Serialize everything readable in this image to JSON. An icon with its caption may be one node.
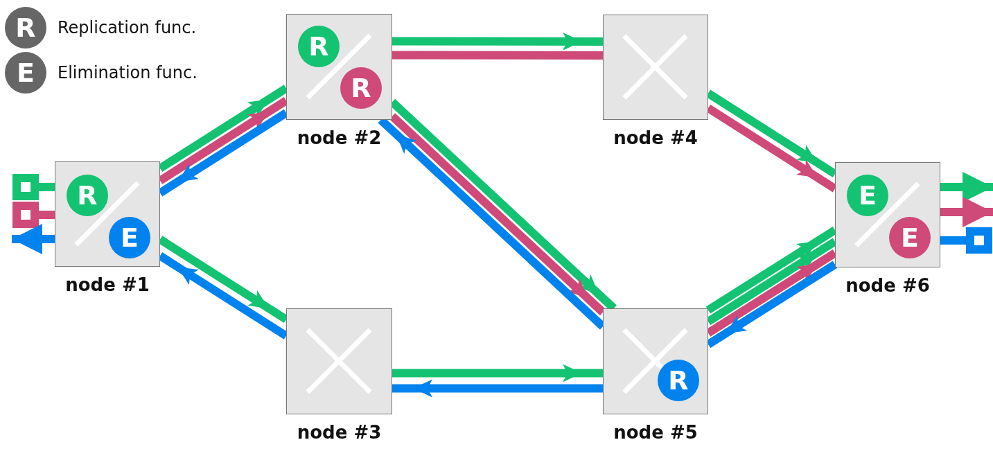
{
  "diagram": {
    "nodes": [
      {
        "text": [
          "R"
        ],
        "beside": [
          "Replication func."
        ]
      },
      {
        "text": [
          "E"
        ],
        "beside": [
          "Elimination func."
        ]
      },
      {
        "text": [],
        "shape": "box",
        "beside": [
          "node #1"
        ]
      },
      {
        "text": [
          "R"
        ],
        "in": 2
      },
      {
        "text": [
          "E"
        ],
        "in": 2
      },
      {
        "text": [],
        "shape": "box",
        "beside": [
          "node #2"
        ]
      },
      {
        "text": [
          "R"
        ],
        "in": 5
      },
      {
        "text": [
          "R"
        ],
        "in": 5
      },
      {
        "text": [],
        "shape": "box",
        "beside": [
          "node #3"
        ]
      },
      {
        "text": [],
        "shape": "box",
        "beside": [
          "node #4"
        ]
      },
      {
        "text": [],
        "shape": "box",
        "beside": [
          "node #5"
        ]
      },
      {
        "text": [
          "R"
        ],
        "in": 10
      },
      {
        "text": [],
        "shape": "box",
        "beside": [
          "node #6"
        ]
      },
      {
        "text": [
          "E"
        ],
        "in": 12
      },
      {
        "text": [
          "E"
        ],
        "in": 12
      }
    ],
    "edges": [
      {
        "from": null,
        "to": 2,
        "arrow": "other",
        "color": "#13c372"
      },
      {
        "from": null,
        "to": 2,
        "arrow": "other",
        "color": "#cf4a78"
      },
      {
        "from": 2,
        "to": null,
        "arrow": "to",
        "color": "#0083ee"
      },
      {
        "from": 2,
        "to": 5,
        "arrow": "to",
        "color": "#13c372"
      },
      {
        "from": 2,
        "to": 5,
        "arrow": "to",
        "color": "#cf4a78"
      },
      {
        "from": 5,
        "to": 2,
        "arrow": "to",
        "color": "#0083ee"
      },
      {
        "from": 2,
        "to": 8,
        "arrow": "to",
        "color": "#13c372"
      },
      {
        "from": 8,
        "to": 2,
        "arrow": "to",
        "color": "#0083ee"
      },
      {
        "from": 5,
        "to": 9,
        "arrow": "to",
        "color": "#13c372"
      },
      {
        "from": 5,
        "to": 9,
        "arrow": "none",
        "color": "#cf4a78"
      },
      {
        "from": 5,
        "to": 10,
        "arrow": "to",
        "color": "#13c372"
      },
      {
        "from": 5,
        "to": 10,
        "arrow": "to",
        "color": "#cf4a78"
      },
      {
        "from": 10,
        "to": 5,
        "arrow": "to",
        "color": "#0083ee"
      },
      {
        "from": 8,
        "to": 10,
        "arrow": "to",
        "color": "#13c372"
      },
      {
        "from": 10,
        "to": 8,
        "arrow": "to",
        "color": "#0083ee"
      },
      {
        "from": 9,
        "to": 12,
        "arrow": "to",
        "color": "#13c372"
      },
      {
        "from": 9,
        "to": 12,
        "arrow": "to",
        "color": "#cf4a78"
      },
      {
        "from": 10,
        "to": 12,
        "arrow": "to",
        "color": "#13c372"
      },
      {
        "from": 10,
        "to": 12,
        "arrow": "to",
        "color": "#13c372"
      },
      {
        "from": 10,
        "to": 12,
        "arrow": "to",
        "color": "#cf4a78"
      },
      {
        "from": 12,
        "to": 10,
        "arrow": "to",
        "color": "#0083ee"
      },
      {
        "from": 12,
        "to": null,
        "arrow": "to",
        "color": "#13c372"
      },
      {
        "from": 12,
        "to": null,
        "arrow": "to",
        "color": "#cf4a78"
      },
      {
        "from": null,
        "to": 12,
        "arrow": "other",
        "color": "#0083ee"
      }
    ]
  }
}
